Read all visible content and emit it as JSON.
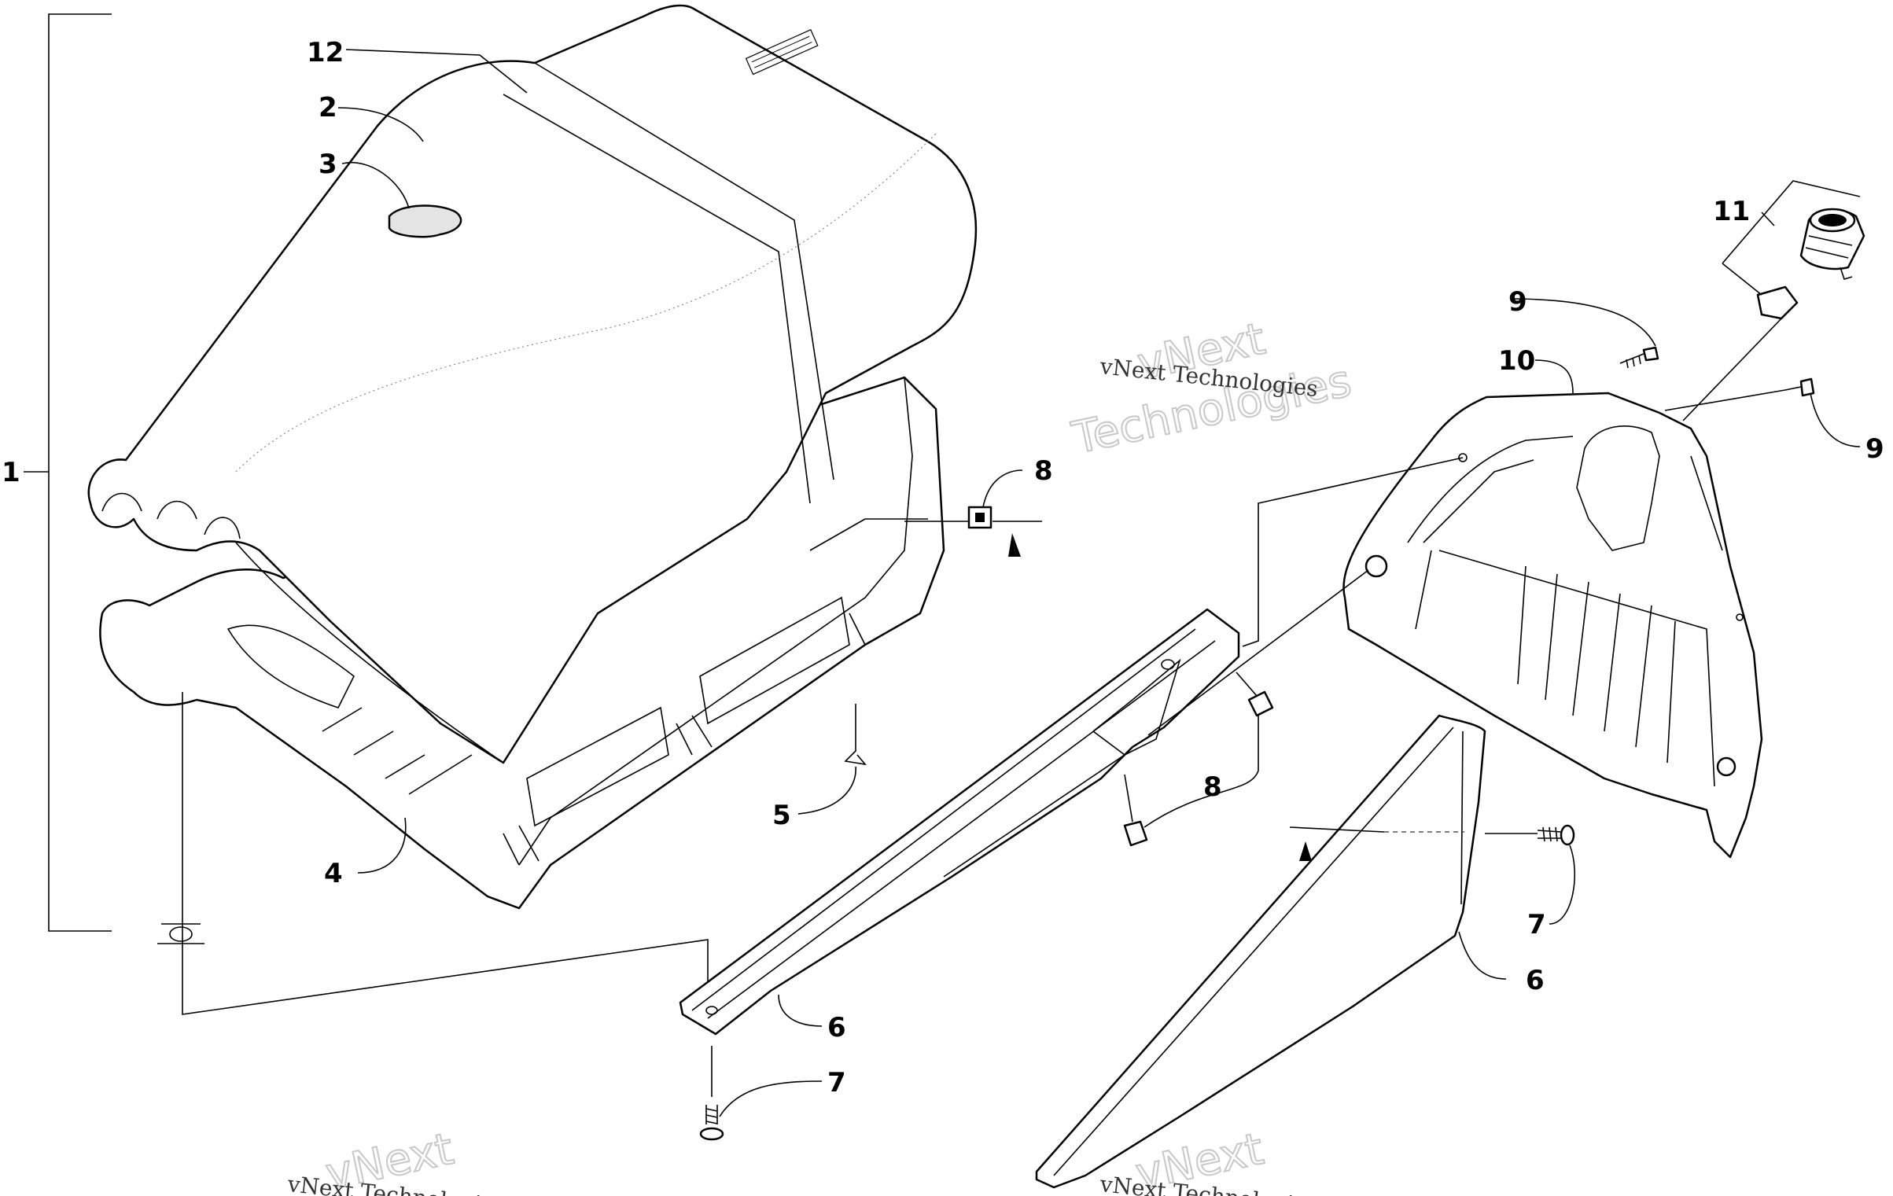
{
  "watermark": {
    "brand": "vNext",
    "word": "Technologies",
    "full": "vNext Technologies"
  },
  "callouts": {
    "c1": "1",
    "c2": "2",
    "c3": "3",
    "c4": "4",
    "c5": "5",
    "c6a": "6",
    "c6b": "6",
    "c7a": "7",
    "c7b": "7",
    "c8a": "8",
    "c8b": "8",
    "c9a": "9",
    "c9b": "9",
    "c10": "10",
    "c11": "11",
    "c12": "12"
  }
}
